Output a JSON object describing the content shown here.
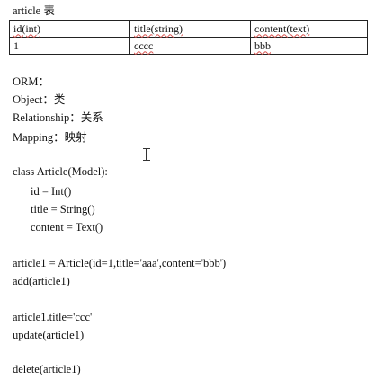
{
  "table_title": "article 表",
  "table": {
    "headers": [
      "id(int)",
      "title(string)",
      "content(text)"
    ],
    "row": [
      "1",
      "cccc",
      "bbb"
    ]
  },
  "orm": {
    "orm": "ORM：",
    "object": "Object：类",
    "relationship": "Relationship：关系",
    "mapping": "Mapping：映射"
  },
  "code": {
    "class_line": "class Article(Model):",
    "id_line": "id = Int()",
    "title_line": "title = String()",
    "content_line": "content = Text()",
    "instance_line": "article1 = Article(id=1,title='aaa',content='bbb')",
    "add_line": "add(article1)",
    "assign_line": "article1.title='ccc'",
    "update_line": "update(article1)",
    "delete_line": "delete(article1)"
  }
}
